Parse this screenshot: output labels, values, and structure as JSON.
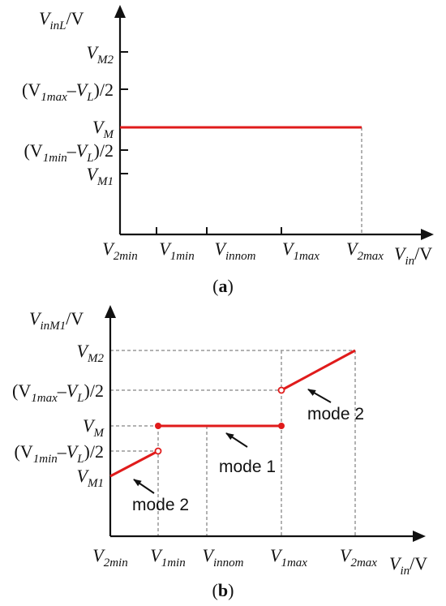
{
  "panel_a": {
    "caption": "a",
    "y_axis_label": {
      "main": "V",
      "sub": "inL",
      "unit": "/V"
    },
    "x_axis_label": {
      "main": "V",
      "sub": "in",
      "unit": "/V"
    },
    "y_ticks": [
      {
        "main": "V",
        "sub": "M2"
      },
      {
        "prefix": "(V",
        "sub": "1max",
        "mid": "–V",
        "sub2": "L",
        "suffix": ")/2"
      },
      {
        "main": "V",
        "sub": "M"
      },
      {
        "prefix": "(V",
        "sub": "1min",
        "mid": "–V",
        "sub2": "L",
        "suffix": ")/2"
      },
      {
        "main": "V",
        "sub": "M1"
      }
    ],
    "x_ticks": [
      {
        "main": "V",
        "sub": "2min"
      },
      {
        "main": "V",
        "sub": "1min"
      },
      {
        "main": "V",
        "sub": "innom"
      },
      {
        "main": "V",
        "sub": "1max"
      },
      {
        "main": "V",
        "sub": "2max"
      }
    ]
  },
  "panel_b": {
    "caption": "b",
    "y_axis_label": {
      "main": "V",
      "sub": "inM1",
      "unit": "/V"
    },
    "x_axis_label": {
      "main": "V",
      "sub": "in",
      "unit": "/V"
    },
    "y_ticks": [
      {
        "main": "V",
        "sub": "M2"
      },
      {
        "prefix": "(V",
        "sub": "1max",
        "mid": "–V",
        "sub2": "L",
        "suffix": ")/2"
      },
      {
        "main": "V",
        "sub": "M"
      },
      {
        "prefix": "(V",
        "sub": "1min",
        "mid": "–V",
        "sub2": "L",
        "suffix": ")/2"
      },
      {
        "main": "V",
        "sub": "M1"
      }
    ],
    "x_ticks": [
      {
        "main": "V",
        "sub": "2min"
      },
      {
        "main": "V",
        "sub": "1min"
      },
      {
        "main": "V",
        "sub": "innom"
      },
      {
        "main": "V",
        "sub": "1max"
      },
      {
        "main": "V",
        "sub": "2max"
      }
    ],
    "annotations": {
      "mode2_left": "mode 2",
      "mode1": "mode 1",
      "mode2_right": "mode 2"
    }
  },
  "colors": {
    "curve": "#e01b1b",
    "guide": "#999999",
    "axis": "#111111"
  }
}
